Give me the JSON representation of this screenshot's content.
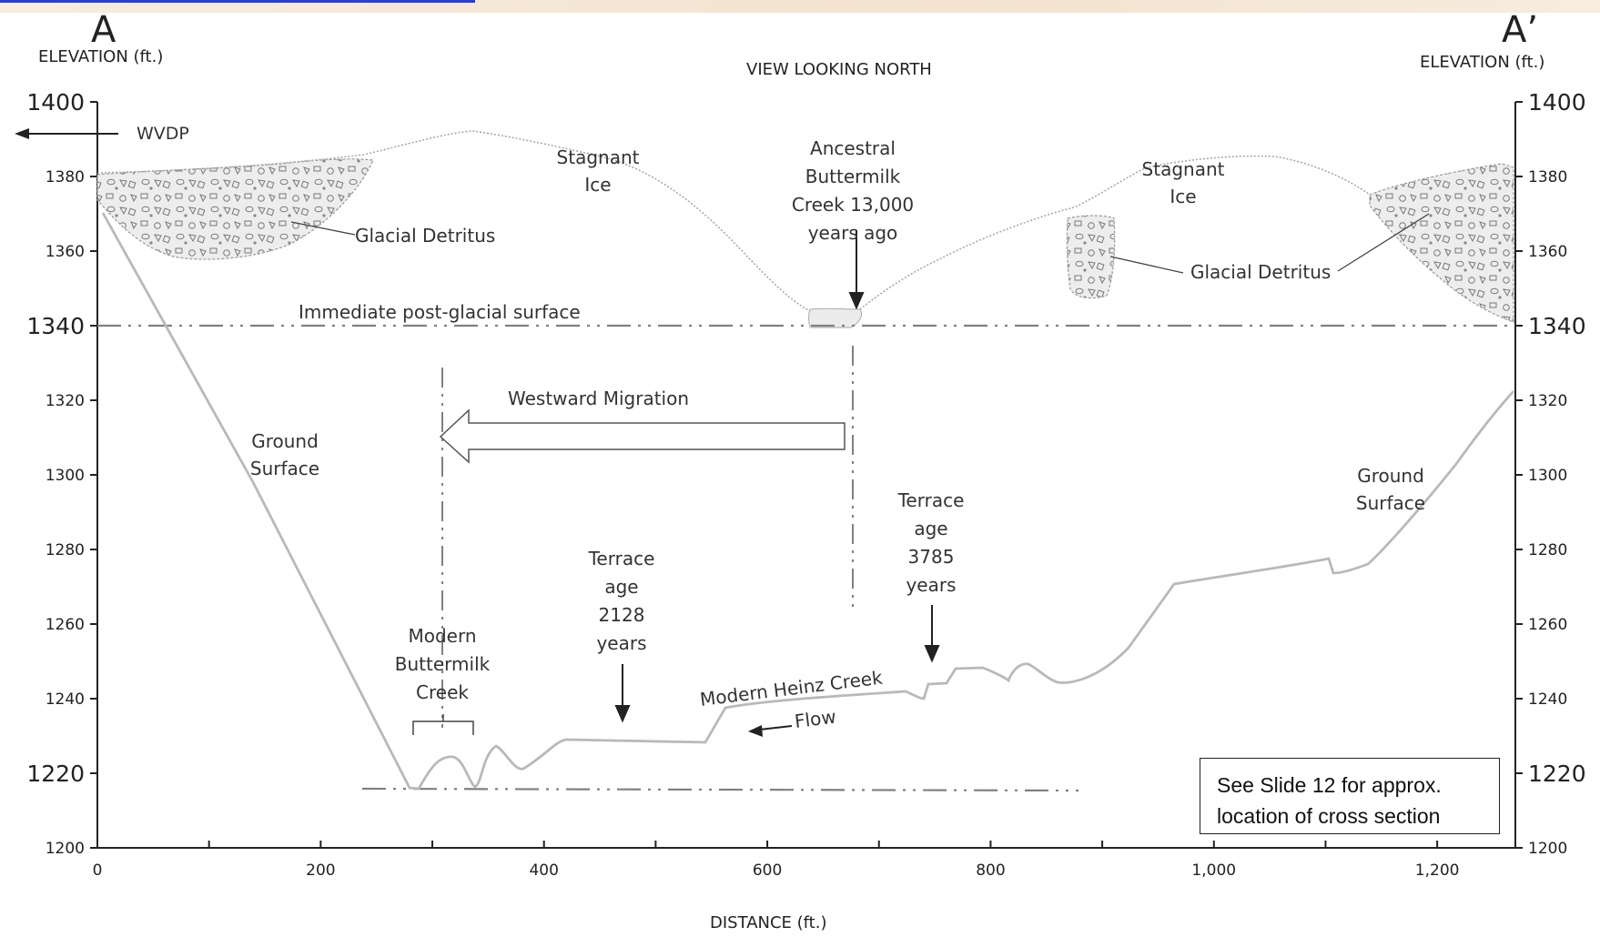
{
  "section_labels": {
    "left": "A",
    "right": "A’"
  },
  "axes": {
    "left_axis_title": "ELEVATION  (ft.)",
    "right_axis_title": "ELEVATION  (ft.)",
    "x_axis_title": "DISTANCE  (ft.)",
    "view_caption": "VIEW LOOKING NORTH",
    "y_ticks": [
      {
        "label": "1400",
        "value": 1400,
        "major": true
      },
      {
        "label": "1380",
        "value": 1380,
        "major": false
      },
      {
        "label": "1360",
        "value": 1360,
        "major": false
      },
      {
        "label": "1340",
        "value": 1340,
        "major": true
      },
      {
        "label": "1320",
        "value": 1320,
        "major": false
      },
      {
        "label": "1300",
        "value": 1300,
        "major": false
      },
      {
        "label": "1280",
        "value": 1280,
        "major": false
      },
      {
        "label": "1260",
        "value": 1260,
        "major": false
      },
      {
        "label": "1240",
        "value": 1240,
        "major": false
      },
      {
        "label": "1220",
        "value": 1220,
        "major": true
      },
      {
        "label": "1200",
        "value": 1200,
        "major": false
      }
    ],
    "x_ticks": [
      {
        "label": "0",
        "value": 0
      },
      {
        "label": "200",
        "value": 200
      },
      {
        "label": "400",
        "value": 400
      },
      {
        "label": "600",
        "value": 600
      },
      {
        "label": "800",
        "value": 800
      },
      {
        "label": "1,000",
        "value": 1000
      },
      {
        "label": "1,200",
        "value": 1200
      }
    ]
  },
  "annotations": {
    "wvdp": "WVDP",
    "stagnant_ice_left": [
      "Stagnant",
      "Ice"
    ],
    "stagnant_ice_right": [
      "Stagnant",
      "Ice"
    ],
    "ancestral_creek": [
      "Ancestral",
      "Buttermilk",
      "Creek 13,000",
      "years ago"
    ],
    "glacial_detritus_left": "Glacial Detritus",
    "glacial_detritus_right": "Glacial Detritus",
    "post_glacial_surface": "Immediate post-glacial surface",
    "westward_migration": "Westward Migration",
    "ground_surface_left": [
      "Ground",
      "Surface"
    ],
    "ground_surface_right": [
      "Ground",
      "Surface"
    ],
    "modern_buttermilk": [
      "Modern",
      "Buttermilk",
      "Creek"
    ],
    "terrace_2128": [
      "Terrace",
      "age",
      "2128",
      "years"
    ],
    "terrace_3785": [
      "Terrace",
      "age",
      "3785",
      "years"
    ],
    "modern_heinz": "Modern Heinz Creek",
    "flow": "Flow"
  },
  "note": {
    "line1": "See Slide 12 for approx.",
    "line2": "location of cross section"
  },
  "colors": {
    "ground_line": "#b9b9b9",
    "dash_line": "#808080",
    "ice_line": "#a8a8a8",
    "detritus_fill": "#ececec",
    "top_band": "#f3e3cf",
    "top_link": "#2a3fd0"
  }
}
